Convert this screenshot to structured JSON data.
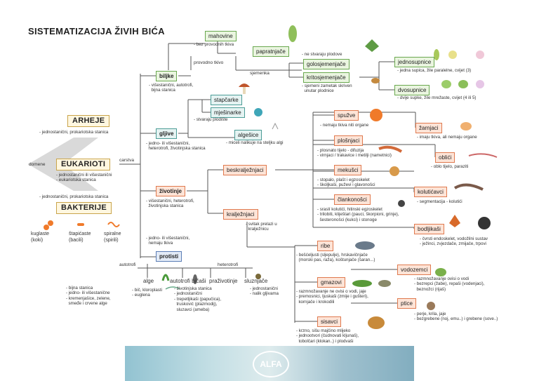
{
  "title": "SISTEMATIZACIJA ŽIVIH BIĆA",
  "domains": {
    "arheje": {
      "label": "ARHEJE",
      "desc": "- jednostanični, prokariotska stanica"
    },
    "eukarioti": {
      "label": "EUKARIOTI",
      "desc": "- jednostanični ili višestanični\n- eukariotska stanica"
    },
    "bakterije": {
      "label": "BAKTERIJE",
      "desc": "- jednostanični, prokariotska stanica"
    },
    "domene_label": "domene",
    "carstva_label": "carstva"
  },
  "bacteria_shapes": [
    {
      "label": "kuglaste\n(koki)"
    },
    {
      "label": "štapićaste\n(bacili)"
    },
    {
      "label": "spiralne\n(spirili)"
    }
  ],
  "biljke": {
    "label": "biljke",
    "desc": "- višestanični, autotrofi,\n  bijna stanica",
    "mahovine": {
      "label": "mahovine",
      "desc": "- bez provodnih tkiva"
    },
    "provodno_tkivo": "provodno tkivo",
    "papratnjace": {
      "label": "papratnjače",
      "desc": "- ne stvaraju plodove"
    },
    "sjemenka": "sjemenka",
    "golosjemenjace": {
      "label": "golosjemenjače"
    },
    "kritosjemenjace": {
      "label": "kritosjemenjače",
      "desc": "- sjemeni zametak skriven\n  unutar plodnice"
    },
    "jednosupnice": {
      "label": "jednosupnice",
      "desc": "- jedna supica, žile paralelne, cvijet (3)"
    },
    "dvosupnice": {
      "label": "dvosupnice",
      "desc": "- dvije supke, žile mrežaste, cvijet (4 ili 5)"
    }
  },
  "gljive": {
    "label": "gljive",
    "desc": "- jedno- ili višestanični,\n  heterotrofi, životinjska stanica",
    "stapcarke": {
      "label": "stapčarke"
    },
    "mjesinarke": {
      "label": "mješinarke",
      "desc": "- stvaraju plodište"
    },
    "algesice": {
      "label": "algešice",
      "desc": "- miceli nalikuje na stelјku algi"
    }
  },
  "zivotinje": {
    "label": "životinje",
    "desc": "- višestanični, heterotrofi,\n  životinjska stanica",
    "beskraljeznjaci": {
      "label": "beskralježnjaci"
    },
    "kraljeznjaci": {
      "label": "kralježnjaci",
      "desc": "- svitak prelazi u\n  kralježnicu"
    },
    "spuzve": {
      "label": "spužve",
      "desc": "- nemaju tkiva niti organe"
    },
    "zarnjaci": {
      "label": "žarnjaci",
      "desc": "- imaju tkiva, ali nemaju organe"
    },
    "plosnjaci": {
      "label": "plošnjaci",
      "desc": "- plosnato tijelo - difuzija\n- virnjaci / trakavice i metilji (nametnici)"
    },
    "oblici": {
      "label": "oblići",
      "desc": "- oblo tijelo, paraziti"
    },
    "mekusci": {
      "label": "mekušci",
      "desc": "- stopalo, plašt i egzoskelet\n- školjkaši, puževi i glavonošci"
    },
    "kolucavci": {
      "label": "kolutićavci",
      "desc": "- segmentacija - kolutići"
    },
    "clankonosci": {
      "label": "člankonošci",
      "desc": "- sraslí kolutići, hitinski egzoskelet\n- trilobiti, kliještari (pauci, škorpioni, grinje),\n  šesteronošci (kukci) i stonoge"
    },
    "bodljikasi": {
      "label": "bodljikaši",
      "desc": "- čvrsti endoskelet, vodožilni sustav\n- ježinci, zvjezdače, zmijače, trpovi"
    },
    "ribe": {
      "label": "ribe",
      "desc": "- bešćeljusti (sljepulje), hrskavičnjače\n  (morski pas, raža), koštunjače (šaran...)"
    },
    "vodozemci": {
      "label": "vodozemci",
      "desc": "- razmnožavanje ovisi o vodi\n- bezrepci (žabe), repaši (vodenjaci),\n  beznožci (rijaš)"
    },
    "gmazovi": {
      "label": "gmazovi",
      "desc": "- razmnožavanje ne ovisi o vodi, jaje\n- premosnici, ljuskaši (zmije i gušteri),\n  kornjače i krokodili"
    },
    "ptice": {
      "label": "ptice",
      "desc": "- perje, krila, jaje\n- bezgrebene (noj, emu..) i grebene (sove..)"
    },
    "sisavci": {
      "label": "sisavci",
      "desc": "- krzno, sišu majčino mlijeko\n- jednootvori (čudnovati kljunaš),\n  tobolčari (klokan..) i plodvaši"
    }
  },
  "protisti": {
    "label": "protisti",
    "desc": "- jedno- ili višestanični,\n  nemaju tkiva",
    "autotrofi_label": "autotrofi",
    "heterotrofi_label": "heterotrofi",
    "alge": {
      "label": "alge",
      "desc": "- bijna stanica\n- jedno- ili višestanične\n- kremenjašice, zelene,\n  smeđe i crvene alge"
    },
    "autotrofi_bicasi": {
      "label": "autotrofi bičaši",
      "desc": "- bič, kloroplasti\n- euglena"
    },
    "prazivotinje": {
      "label": "praživotinje",
      "desc": "- životinjska stanica\n- jednostanični\n- trepetljikaši (papučica),\n  trusković (plazmodij),\n  sluzavci (ameba)"
    },
    "sluznjace": {
      "label": "sluznjače",
      "desc": "- jednostanični\n- nalik gljivama"
    }
  },
  "colors": {
    "box_border": "#7a7a7a",
    "domain_fill": "#fff7e0",
    "plant_fill": "#eaf5e0",
    "animal_fill": "#fde4d7",
    "protist_fill": "#e3ebf7",
    "fungi_fill": "#e5f3f2",
    "wedge": "#d9d9d9"
  },
  "footer_logo": "ALFA"
}
